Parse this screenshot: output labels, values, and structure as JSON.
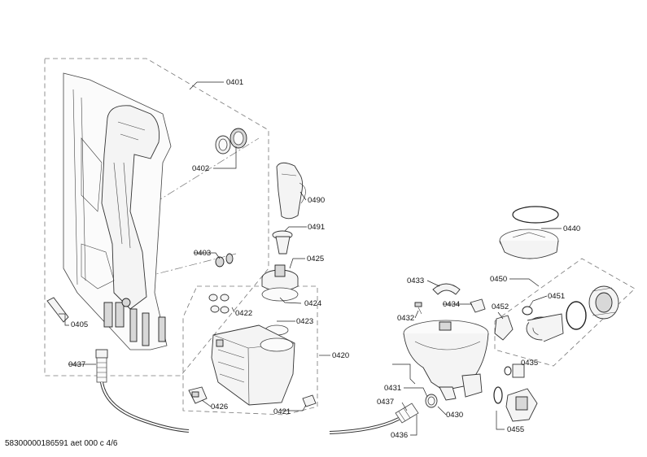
{
  "footer": {
    "doc_code": "58300000186591 aet 000 c 4/6"
  },
  "labels": {
    "p0401": "0401",
    "p0402": "0402",
    "p0403": "0403",
    "p0405": "0405",
    "p0420": "0420",
    "p0421": "0421",
    "p0422": "0422",
    "p0423": "0423",
    "p0424": "0424",
    "p0425": "0425",
    "p0426": "0426",
    "p0430": "0430",
    "p0431": "0431",
    "p0432": "0432",
    "p0433": "0433",
    "p0434": "0434",
    "p0435": "0435",
    "p0436": "0436",
    "p0437a": "0437",
    "p0437b": "0437",
    "p0440": "0440",
    "p0450": "0450",
    "p0451": "0451",
    "p0452": "0452",
    "p0455": "0455",
    "p0490": "0490",
    "p0491": "0491"
  }
}
